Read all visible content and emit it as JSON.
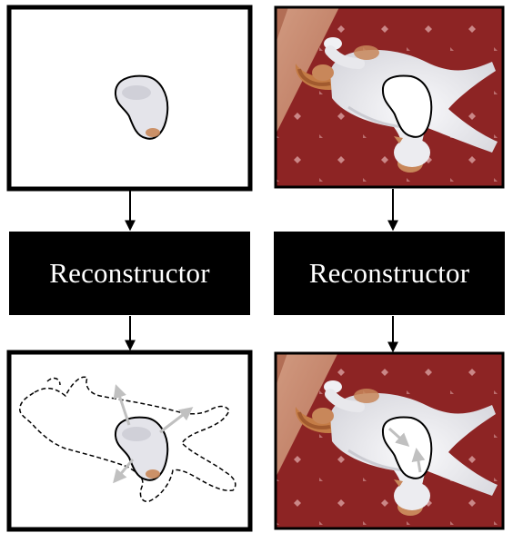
{
  "diagram": {
    "columns": [
      {
        "id": "left",
        "reconstructor_label": "Reconstructor",
        "input": "masked-patch-on-white",
        "output": "patch-with-dashed-cat-outline-and-arrows"
      },
      {
        "id": "right",
        "reconstructor_label": "Reconstructor",
        "input": "cat-photo-with-white-hole",
        "output": "cat-photo-with-white-hole-and-arrows"
      }
    ]
  },
  "colors": {
    "frame": "#000000",
    "carpet": "#8a2222",
    "carpet_dark": "#6b1414",
    "floor_wood": "#c58a6e",
    "cat_fur": "#eeeef0",
    "cat_patch": "#c8875a",
    "arrow_gray": "#c0c0c0",
    "label_text": "#ffffff",
    "box_fill": "#000000"
  },
  "icons": [
    "down-arrow",
    "outward-arrow",
    "inward-arrow"
  ]
}
